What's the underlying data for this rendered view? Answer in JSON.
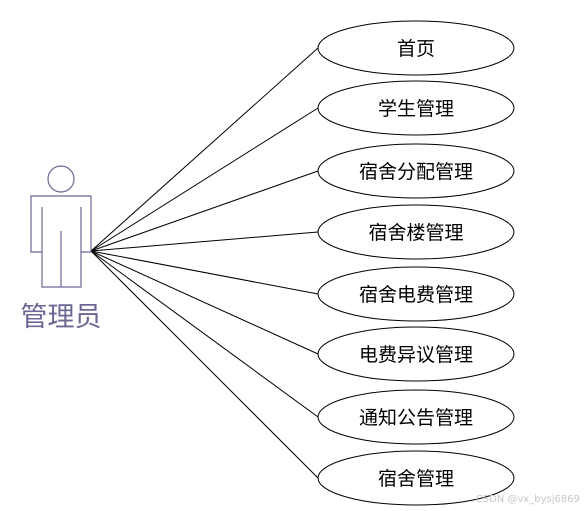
{
  "actor": {
    "label": "管理员"
  },
  "use_cases": [
    {
      "label": "首页"
    },
    {
      "label": "学生管理"
    },
    {
      "label": "宿舍分配管理"
    },
    {
      "label": "宿舍楼管理"
    },
    {
      "label": "宿舍电费管理"
    },
    {
      "label": "电费异议管理"
    },
    {
      "label": "通知公告管理"
    },
    {
      "label": "宿舍管理"
    }
  ],
  "watermark": "CSDN @vx_bysj6869",
  "colors": {
    "actor_stroke": "#6b6794",
    "actor_label": "#6b6794",
    "ellipse_stroke": "#000000",
    "line": "#000000",
    "text": "#000000"
  }
}
